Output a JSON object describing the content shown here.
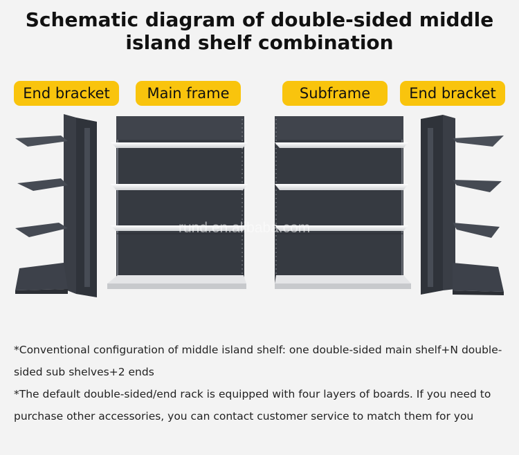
{
  "title_line1": "Schematic diagram of double-sided middle",
  "title_line2": "island shelf combination",
  "labels": {
    "end_bracket_left": "End bracket",
    "main_frame": "Main frame",
    "subframe": "Subframe",
    "end_bracket_right": "End bracket"
  },
  "watermark": "rund.en.alibaba.com",
  "notes": [
    "*Conventional configuration of middle island shelf: one double-sided main shelf+N double-sided sub shelves+2 ends",
    "*The default double-sided/end rack is equipped with four layers of boards. If you need to purchase other accessories, you can contact customer service to match them for you"
  ],
  "colors": {
    "label_bg": "#f9c40d",
    "shelf_dark": "#3b3f47",
    "shelf_light": "#e8e8e8"
  }
}
